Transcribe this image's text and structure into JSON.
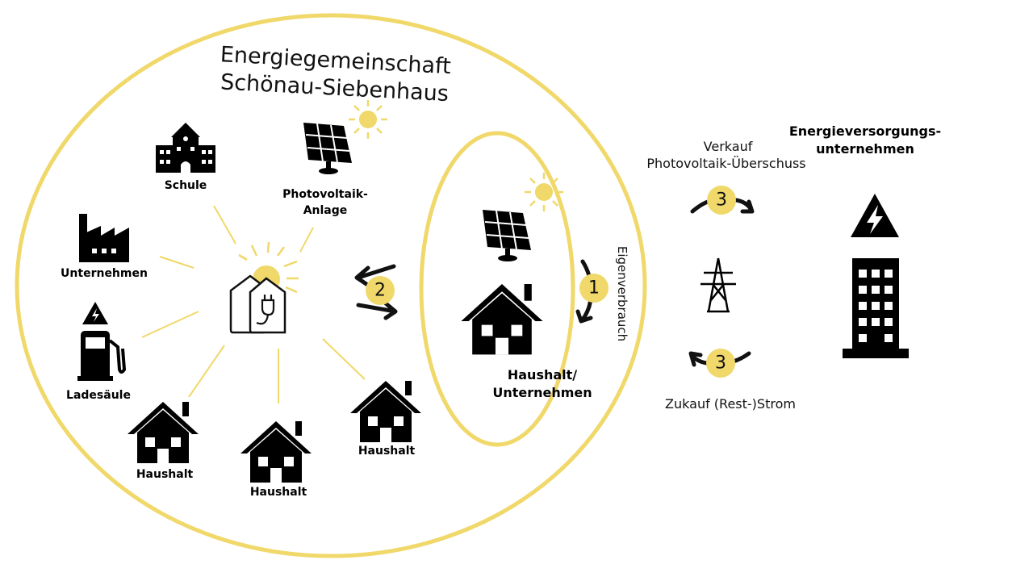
{
  "title_line1": "Energiegemeinschaft",
  "title_line2": "Schönau-Siebenhaus",
  "members": {
    "school": "Schule",
    "pv_line1": "Photovoltaik-",
    "pv_line2": "Anlage",
    "company": "Unternehmen",
    "charging": "Ladesäule",
    "house1": "Haushalt",
    "house2": "Haushalt",
    "house3": "Haushalt"
  },
  "inner": {
    "label_line1": "Haushalt/",
    "label_line2": "Unternehmen",
    "self_consumption": "Eigenverbrauch"
  },
  "steps": {
    "one": "1",
    "two": "2",
    "three_top": "3",
    "three_bottom": "3"
  },
  "utility_line1": "Energieversorgungs-",
  "utility_line2": "unternehmen",
  "sell_line1": "Verkauf",
  "sell_line2": "Photovoltaik-Überschuss",
  "buy": "Zukauf (Rest-)Strom",
  "colors": {
    "accent": "#f0d86a",
    "ink": "#000000"
  }
}
